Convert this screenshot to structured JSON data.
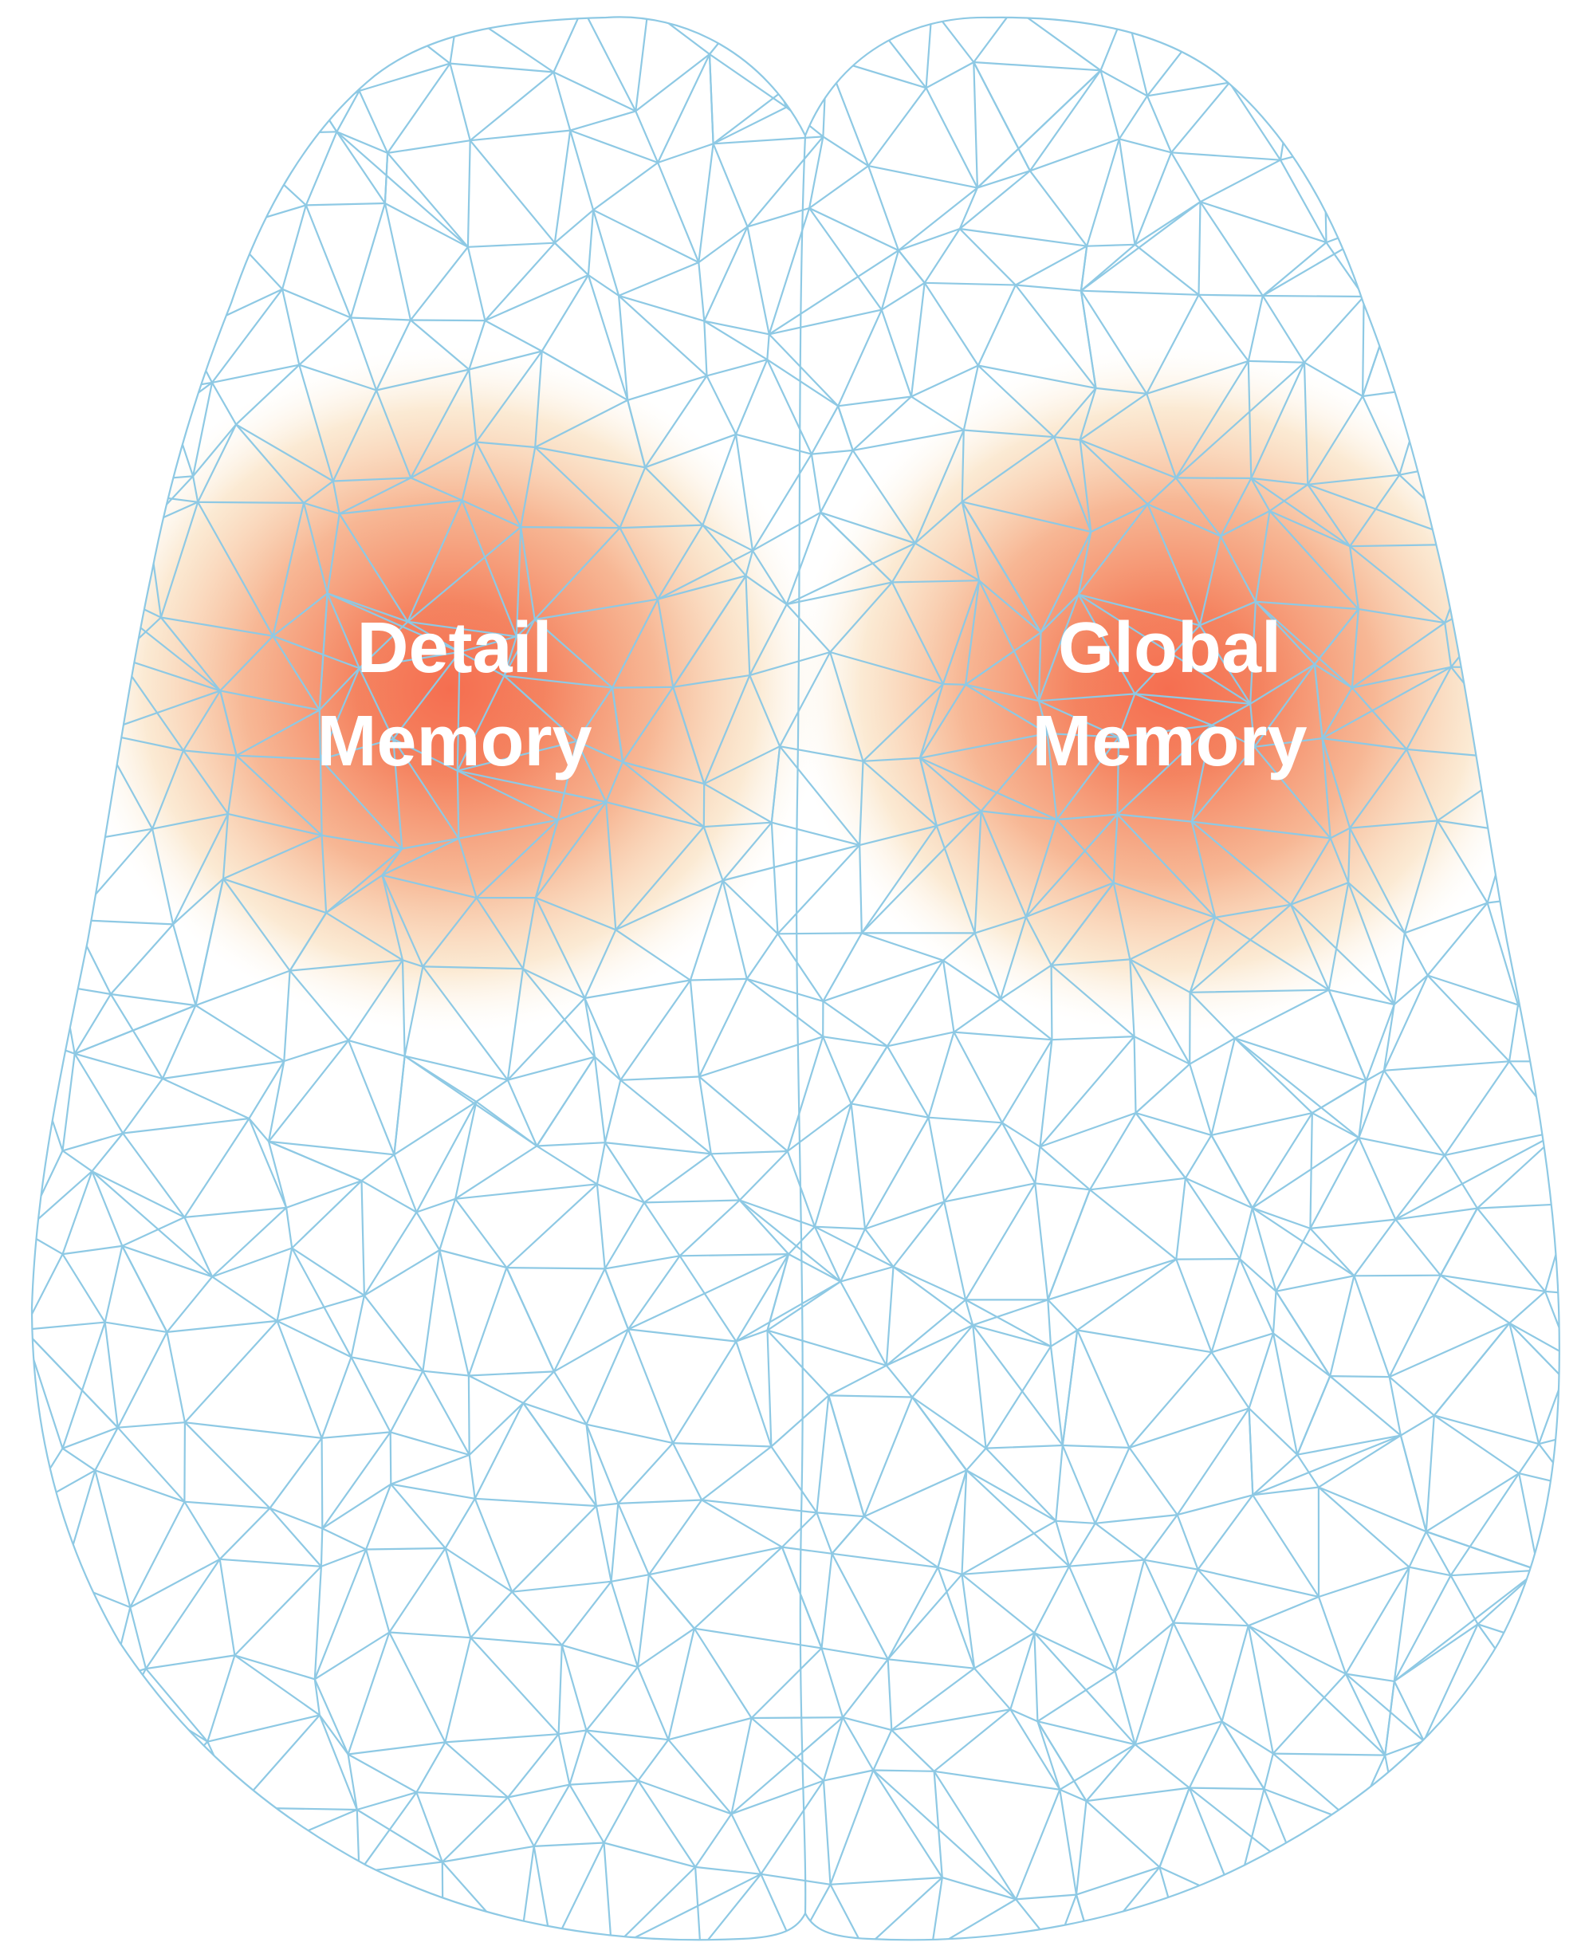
{
  "regions": [
    {
      "id": "detail",
      "label_line1": "Detail",
      "label_line2": "Memory"
    },
    {
      "id": "global",
      "label_line1": "Global",
      "label_line2": "Memory"
    }
  ],
  "colors": {
    "mesh": "#8ec9e4",
    "heat_core": "#f56e50",
    "heat_mid": "#f5a57a",
    "heat_outer": "#f8d9b0",
    "label": "#ffffff"
  }
}
